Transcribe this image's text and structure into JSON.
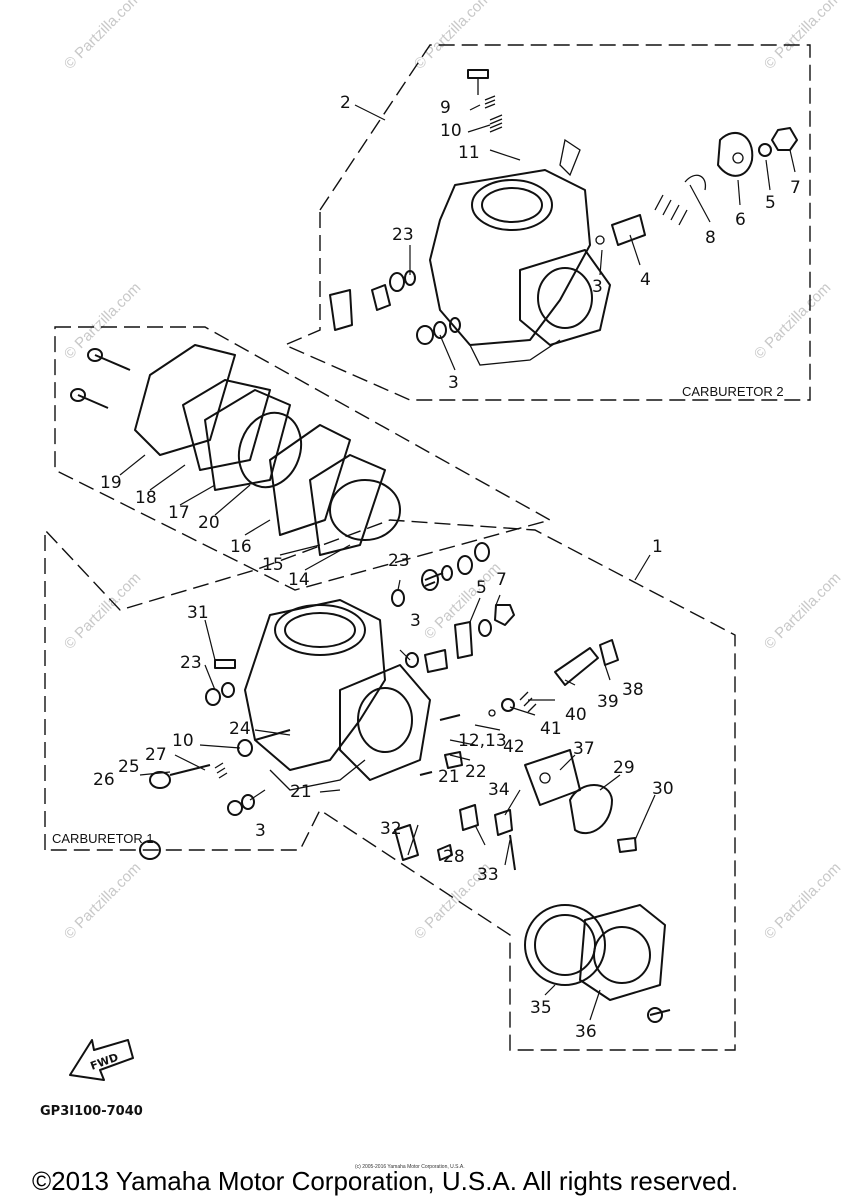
{
  "diagram": {
    "group_labels": {
      "carburetor_2": "CARBURETOR 2",
      "carburetor_1": "CARBURETOR 1"
    },
    "callouts": {
      "c1": "1",
      "c2": "2",
      "c3a": "3",
      "c3b": "3",
      "c3c": "3",
      "c3d": "3",
      "c4": "4",
      "c5a": "5",
      "c5b": "5",
      "c6": "6",
      "c7a": "7",
      "c7b": "7",
      "c8": "8",
      "c9": "9",
      "c10a": "10",
      "c10b": "10",
      "c11": "11",
      "c1213": "12,13",
      "c14": "14",
      "c15": "15",
      "c16": "16",
      "c17": "17",
      "c18": "18",
      "c19": "19",
      "c20": "20",
      "c21a": "21",
      "c21b": "21",
      "c22": "22",
      "c23a": "23",
      "c23b": "23",
      "c23c": "23",
      "c24": "24",
      "c25": "25",
      "c26": "26",
      "c27": "27",
      "c28": "28",
      "c29": "29",
      "c30": "30",
      "c31": "31",
      "c32": "32",
      "c33": "33",
      "c34": "34",
      "c35": "35",
      "c36": "36",
      "c37": "37",
      "c38": "38",
      "c39": "39",
      "c40": "40",
      "c41": "41",
      "c42": "42"
    },
    "fwd_label": "FWD",
    "diagram_code": "GP3I100-7040",
    "fine_print": "(c) 2005-2016 Yamaha Motor Corporation, U.S.A.",
    "watermark": "© Partzilla.com",
    "copyright": "©2013 Yamaha Motor Corporation, U.S.A. All rights reserved."
  }
}
